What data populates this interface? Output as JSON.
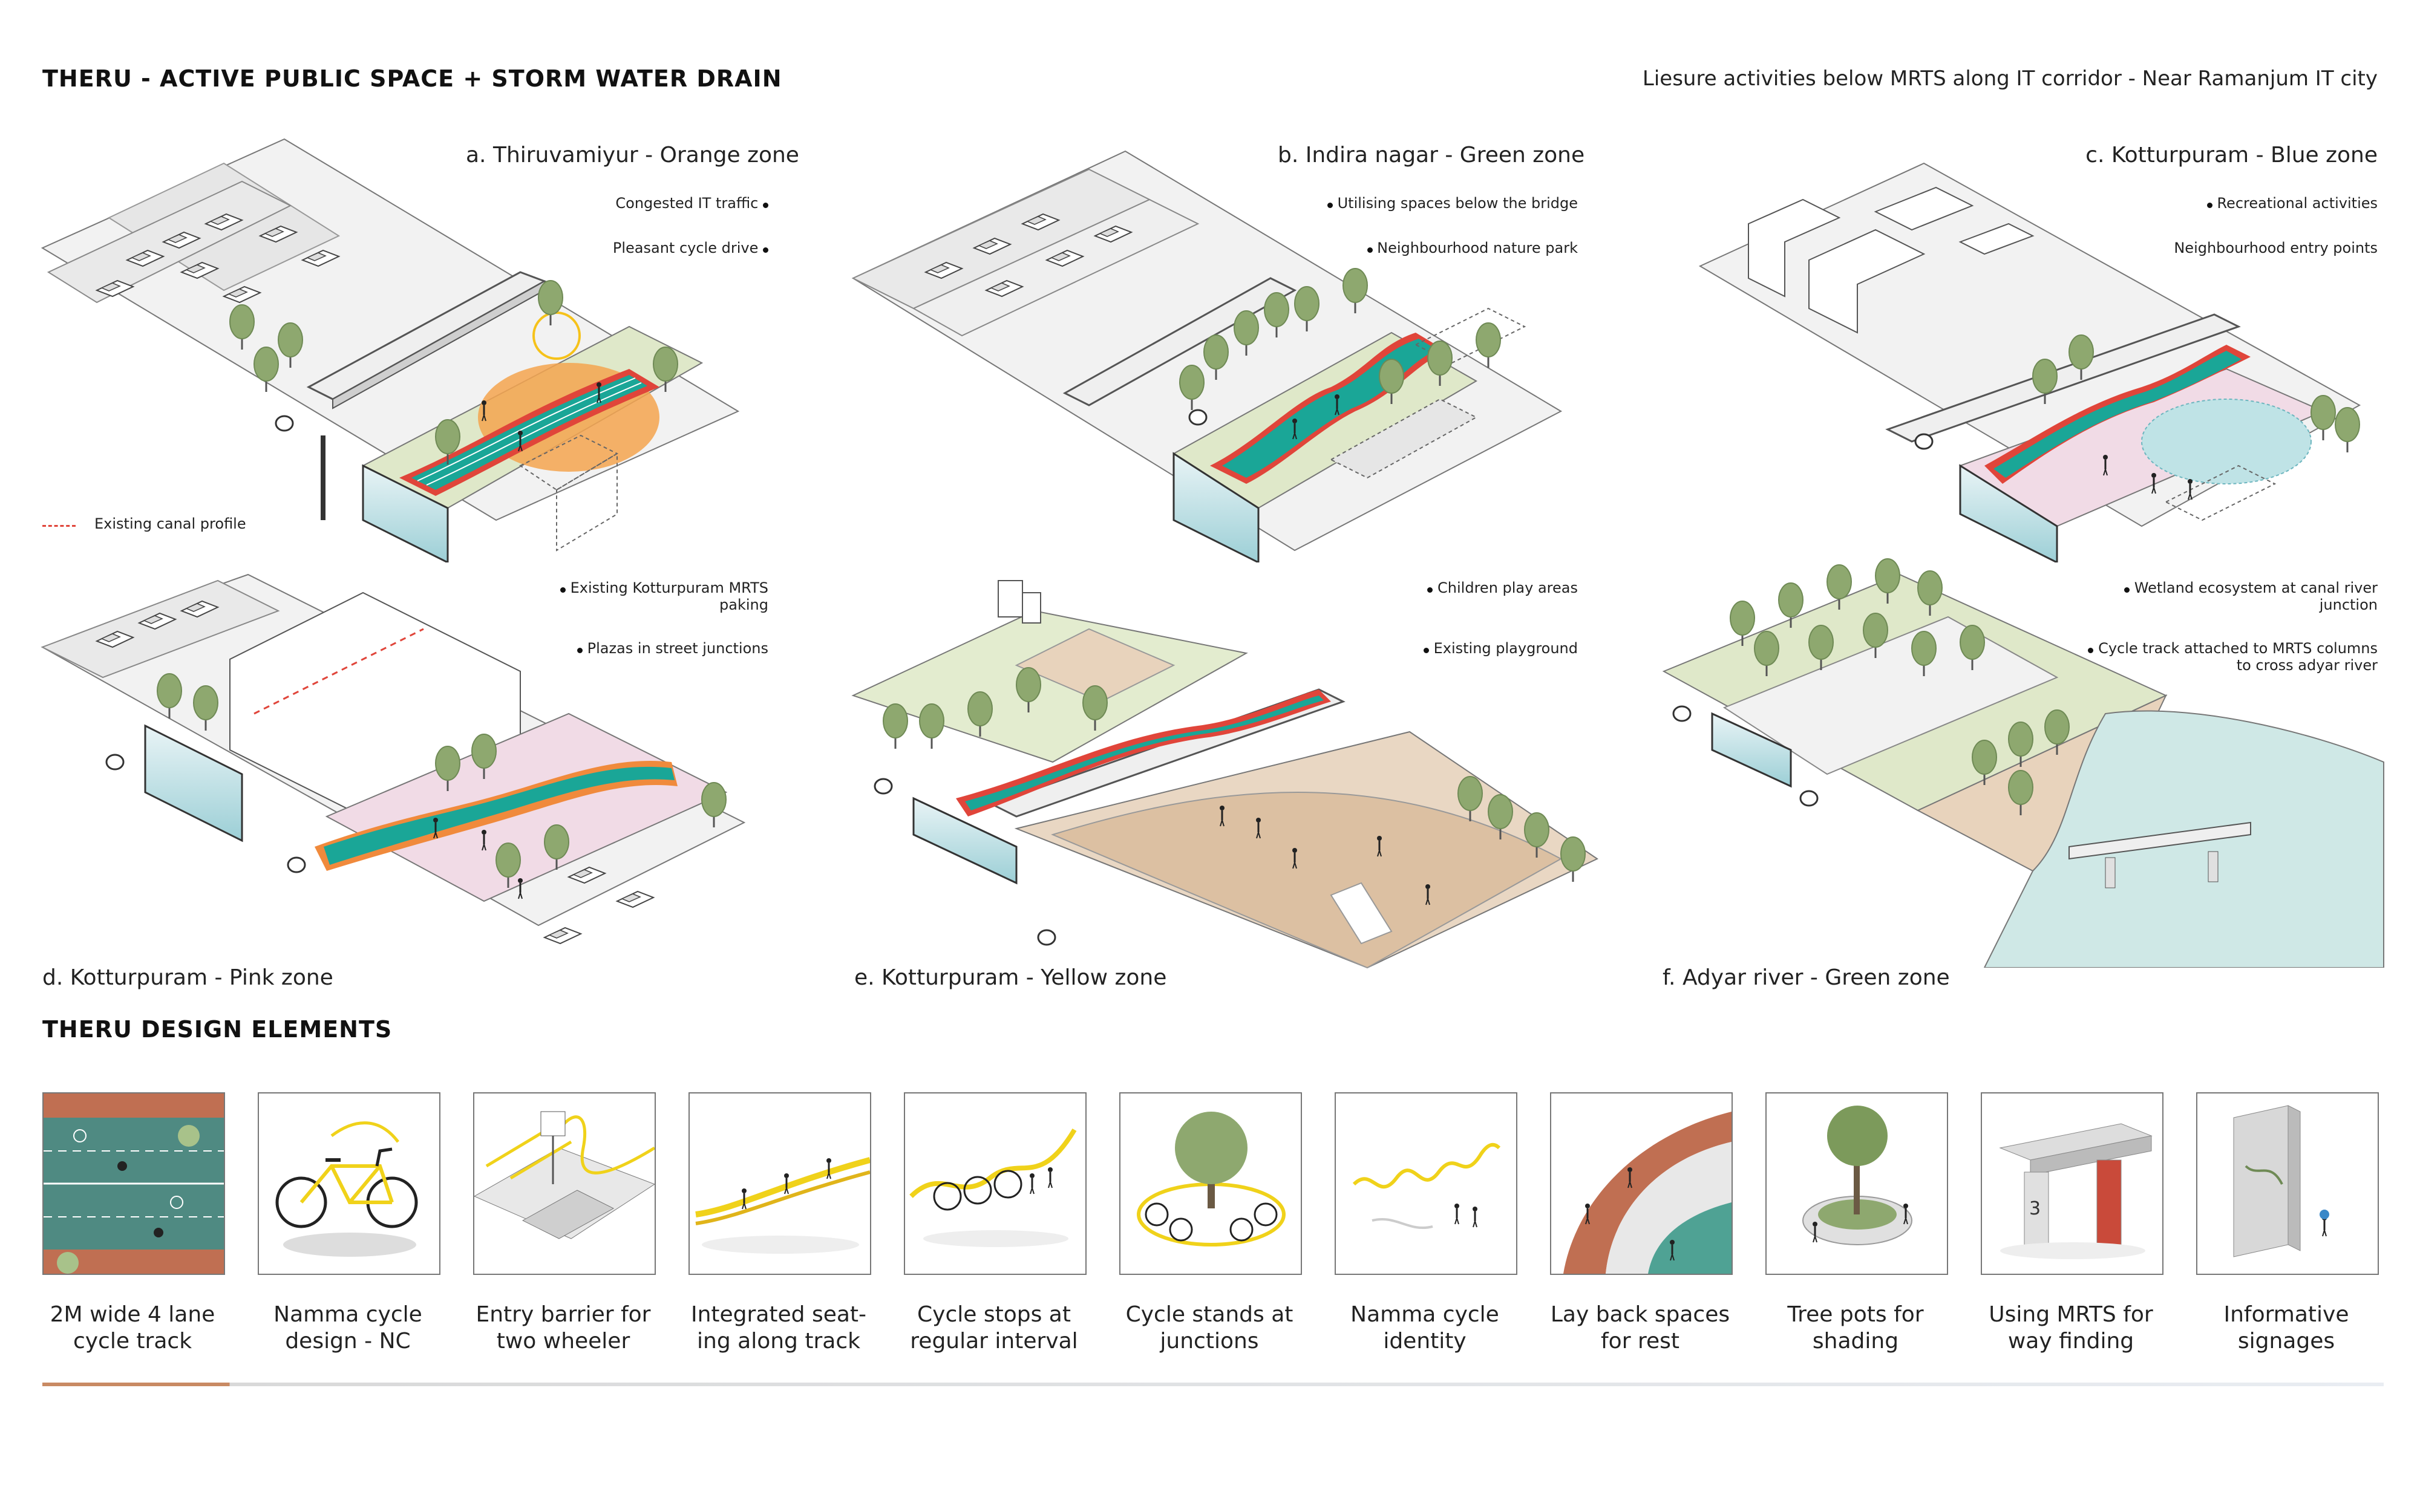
{
  "header": {
    "title": "THERU - ACTIVE PUBLIC SPACE + STORM WATER DRAIN",
    "subtitle": "Liesure activities below MRTS along IT corridor - Near Ramanjum IT city"
  },
  "legend": {
    "label": "Existing canal profile"
  },
  "zones": [
    {
      "title": "a. Thiruvamiyur - Orange zone",
      "callouts": [
        "Congested IT traffic",
        "Pleasant cycle drive"
      ]
    },
    {
      "title": "b. Indira nagar - Green zone",
      "callouts": [
        "Utilising spaces below the bridge",
        "Neighbourhood nature park"
      ]
    },
    {
      "title": "c. Kotturpuram - Blue zone",
      "callouts": [
        "Recreational activities",
        "Neighbourhood entry points"
      ]
    },
    {
      "title": "d. Kotturpuram - Pink zone",
      "callouts": [
        "Existing Kotturpuram MRTS paking",
        "Plazas in street junctions"
      ]
    },
    {
      "title": "e. Kotturpuram - Yellow zone",
      "callouts": [
        "Children play areas",
        "Existing playground"
      ]
    },
    {
      "title": "f. Adyar river - Green zone",
      "callouts": [
        "Wetland ecosystem at canal river junction",
        "Cycle track attached to MRTS columns to cross adyar river"
      ]
    }
  ],
  "callout_lines": {
    "d0": [
      "Existing Kotturpuram MRTS",
      "paking"
    ],
    "f0": [
      "Wetland ecosystem at canal river",
      "junction"
    ],
    "f1": [
      "Cycle track attached to MRTS columns",
      "to cross adyar river"
    ]
  },
  "design_elements": {
    "heading": "THERU DESIGN ELEMENTS",
    "items": [
      {
        "line1": "2M wide 4 lane",
        "line2": "cycle track",
        "icon": "cycle-track-icon"
      },
      {
        "line1": "Namma cycle",
        "line2": "design - NC",
        "icon": "bicycle-icon"
      },
      {
        "line1": "Entry barrier for",
        "line2": "two wheeler",
        "icon": "barrier-icon"
      },
      {
        "line1": "Integrated seat-",
        "line2": "ing along track",
        "icon": "seating-icon"
      },
      {
        "line1": "Cycle stops at",
        "line2": "regular interval",
        "icon": "cycle-stop-icon"
      },
      {
        "line1": "Cycle stands at",
        "line2": "junctions",
        "icon": "cycle-stand-icon"
      },
      {
        "line1": "Namma cycle",
        "line2": "identity",
        "icon": "identity-icon"
      },
      {
        "line1": "Lay back spaces",
        "line2": "for rest",
        "icon": "layback-icon"
      },
      {
        "line1": "Tree pots for",
        "line2": "shading",
        "icon": "tree-pot-icon"
      },
      {
        "line1": "Using MRTS for",
        "line2": "way finding",
        "icon": "mrts-column-icon"
      },
      {
        "line1": "Informative",
        "line2": "signages",
        "icon": "signage-icon"
      }
    ]
  },
  "colors": {
    "orange": "#f08a3c",
    "red": "#e0453a",
    "teal": "#1aa697",
    "green": "#8ea86f",
    "light_green": "#dfe8c9",
    "pink": "#f1dbe6",
    "blue": "#bfe3e6",
    "sand": "#e8d3bc",
    "gray": "#d8d8d8",
    "bridge": "#efefef"
  }
}
